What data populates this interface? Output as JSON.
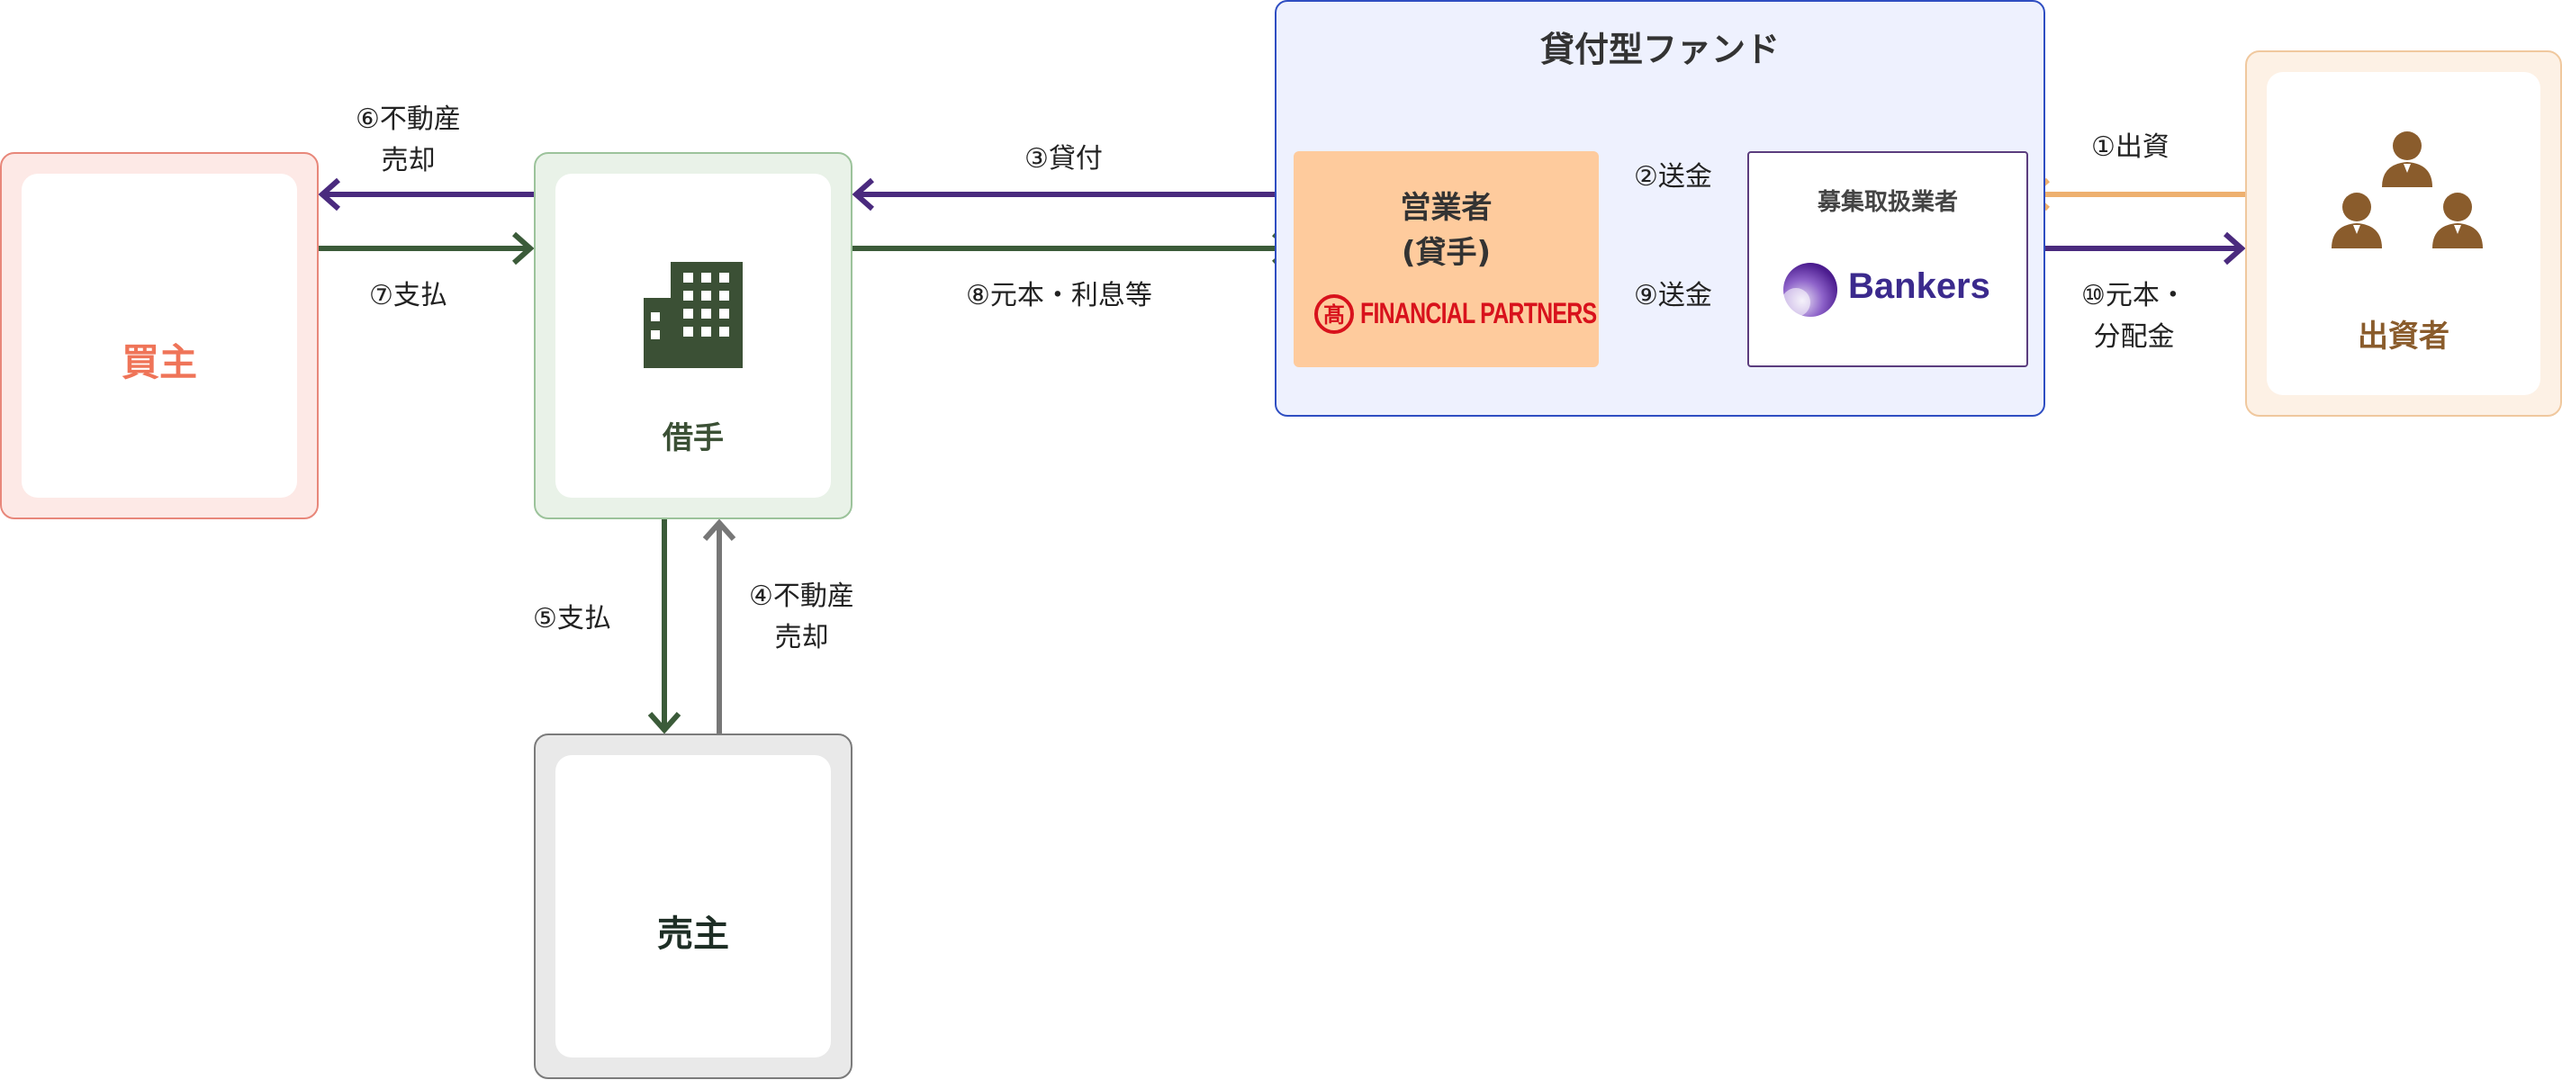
{
  "fund": {
    "title": "貸付型ファンド"
  },
  "nodes": {
    "buyer": {
      "label": "買主"
    },
    "borrower": {
      "label": "借手"
    },
    "seller": {
      "label": "売主"
    },
    "investor": {
      "label": "出資者"
    },
    "operator": {
      "label_line1": "営業者",
      "label_line2": "(貸手)",
      "logo_text": "FINANCIAL PARTNERS",
      "logo_mark": "髙"
    },
    "recruiter": {
      "label": "募集取扱業者",
      "logo_text": "Bankers"
    }
  },
  "flows": {
    "f1": {
      "label": "①出資"
    },
    "f2": {
      "label": "②送金"
    },
    "f3": {
      "label": "③貸付"
    },
    "f4": {
      "line1": "④不動産",
      "line2": "売却"
    },
    "f5": {
      "label": "⑤支払"
    },
    "f6": {
      "line1": "⑥不動産",
      "line2": "売却"
    },
    "f7": {
      "label": "⑦支払"
    },
    "f8": {
      "label": "⑧元本・利息等"
    },
    "f9": {
      "label": "⑨送金"
    },
    "f10": {
      "line1": "⑩元本・",
      "line2": "分配金"
    }
  },
  "colors": {
    "purple": "#4a2a7e",
    "green": "#3b5b39",
    "gray": "#777777",
    "orange": "#eeb06f",
    "fund_border": "#2f4ec2"
  }
}
